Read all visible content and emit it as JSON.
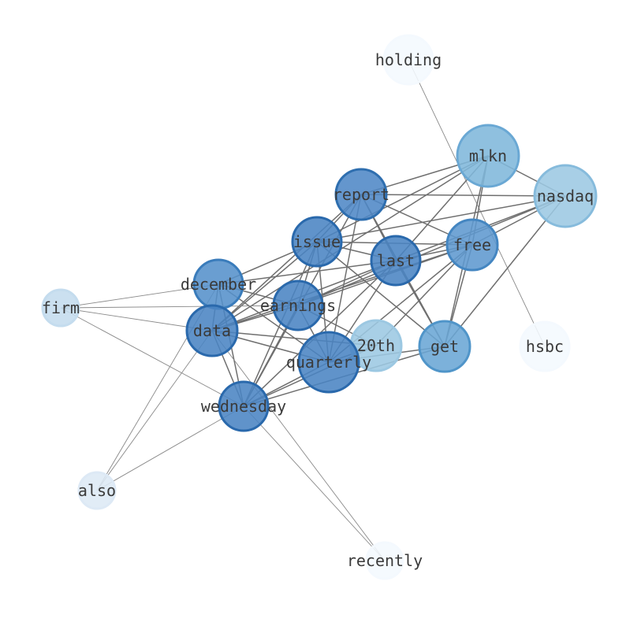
{
  "nodes": [
    {
      "id": "holding",
      "label": "holding",
      "color": "#f4f9fe",
      "stroke": "#f4f9fe",
      "weight": 0.05
    },
    {
      "id": "mlkn",
      "label": "mlkn",
      "color": "#7fb7db",
      "stroke": "#6aa8d4",
      "weight": 0.55
    },
    {
      "id": "nasdaq",
      "label": "nasdaq",
      "color": "#9cc8e2",
      "stroke": "#86bbdc",
      "weight": 0.45
    },
    {
      "id": "report",
      "label": "report",
      "color": "#4f88c6",
      "stroke": "#2e6eaf",
      "weight": 0.85
    },
    {
      "id": "issue",
      "label": "issue",
      "color": "#4a84c3",
      "stroke": "#2a69ac",
      "weight": 0.88
    },
    {
      "id": "free",
      "label": "free",
      "color": "#5f99cf",
      "stroke": "#4486c1",
      "weight": 0.7
    },
    {
      "id": "last",
      "label": "last",
      "color": "#4a84c3",
      "stroke": "#2a69ac",
      "weight": 0.88
    },
    {
      "id": "december",
      "label": "december",
      "color": "#5591cb",
      "stroke": "#3a7cbb",
      "weight": 0.78
    },
    {
      "id": "firm",
      "label": "firm",
      "color": "#c4dcee",
      "stroke": "#c4dcee",
      "weight": 0.25
    },
    {
      "id": "earnings",
      "label": "earnings",
      "color": "#4a84c3",
      "stroke": "#2a69ac",
      "weight": 0.88
    },
    {
      "id": "data",
      "label": "data",
      "color": "#4a84c3",
      "stroke": "#2a69ac",
      "weight": 0.9
    },
    {
      "id": "20th",
      "label": "20th",
      "color": "#9cc8e2",
      "stroke": "#9cc8e2",
      "weight": 0.45
    },
    {
      "id": "get",
      "label": "get",
      "color": "#6aa6d5",
      "stroke": "#5095c9",
      "weight": 0.65
    },
    {
      "id": "quarterly",
      "label": "quarterly",
      "color": "#4a84c3",
      "stroke": "#2a69ac",
      "weight": 0.92
    },
    {
      "id": "hsbc",
      "label": "hsbc",
      "color": "#f4f9fe",
      "stroke": "#f4f9fe",
      "weight": 0.05
    },
    {
      "id": "wednesday",
      "label": "wednesday",
      "color": "#4a84c3",
      "stroke": "#2a69ac",
      "weight": 0.9
    },
    {
      "id": "also",
      "label": "also",
      "color": "#dde9f5",
      "stroke": "#dde9f5",
      "weight": 0.15
    },
    {
      "id": "recently",
      "label": "recently",
      "color": "#f4f9fe",
      "stroke": "#f4f9fe",
      "weight": 0.05
    }
  ],
  "edges": [
    [
      "holding",
      "hsbc"
    ],
    [
      "mlkn",
      "nasdaq"
    ],
    [
      "mlkn",
      "report"
    ],
    [
      "mlkn",
      "issue"
    ],
    [
      "mlkn",
      "free"
    ],
    [
      "mlkn",
      "last"
    ],
    [
      "mlkn",
      "get"
    ],
    [
      "mlkn",
      "data"
    ],
    [
      "nasdaq",
      "report"
    ],
    [
      "nasdaq",
      "issue"
    ],
    [
      "nasdaq",
      "free"
    ],
    [
      "nasdaq",
      "last"
    ],
    [
      "nasdaq",
      "get"
    ],
    [
      "nasdaq",
      "earnings"
    ],
    [
      "report",
      "issue"
    ],
    [
      "report",
      "last"
    ],
    [
      "report",
      "free"
    ],
    [
      "report",
      "get"
    ],
    [
      "report",
      "quarterly"
    ],
    [
      "report",
      "wednesday"
    ],
    [
      "report",
      "data"
    ],
    [
      "issue",
      "last"
    ],
    [
      "issue",
      "free"
    ],
    [
      "issue",
      "december"
    ],
    [
      "issue",
      "earnings"
    ],
    [
      "issue",
      "data"
    ],
    [
      "issue",
      "quarterly"
    ],
    [
      "issue",
      "wednesday"
    ],
    [
      "issue",
      "get"
    ],
    [
      "free",
      "last"
    ],
    [
      "free",
      "get"
    ],
    [
      "free",
      "data"
    ],
    [
      "free",
      "earnings"
    ],
    [
      "free",
      "20th"
    ],
    [
      "free",
      "quarterly"
    ],
    [
      "last",
      "get"
    ],
    [
      "last",
      "earnings"
    ],
    [
      "last",
      "data"
    ],
    [
      "last",
      "quarterly"
    ],
    [
      "last",
      "wednesday"
    ],
    [
      "last",
      "december"
    ],
    [
      "december",
      "earnings"
    ],
    [
      "december",
      "data"
    ],
    [
      "december",
      "quarterly"
    ],
    [
      "december",
      "wednesday"
    ],
    [
      "december",
      "firm"
    ],
    [
      "december",
      "also"
    ],
    [
      "firm",
      "data"
    ],
    [
      "firm",
      "earnings"
    ],
    [
      "firm",
      "wednesday"
    ],
    [
      "earnings",
      "data"
    ],
    [
      "earnings",
      "quarterly"
    ],
    [
      "earnings",
      "wednesday"
    ],
    [
      "earnings",
      "20th"
    ],
    [
      "data",
      "quarterly"
    ],
    [
      "data",
      "wednesday"
    ],
    [
      "data",
      "also"
    ],
    [
      "data",
      "recently"
    ],
    [
      "data",
      "20th"
    ],
    [
      "20th",
      "quarterly"
    ],
    [
      "20th",
      "wednesday"
    ],
    [
      "get",
      "quarterly"
    ],
    [
      "get",
      "wednesday"
    ],
    [
      "quarterly",
      "wednesday"
    ],
    [
      "wednesday",
      "also"
    ],
    [
      "wednesday",
      "recently"
    ]
  ]
}
